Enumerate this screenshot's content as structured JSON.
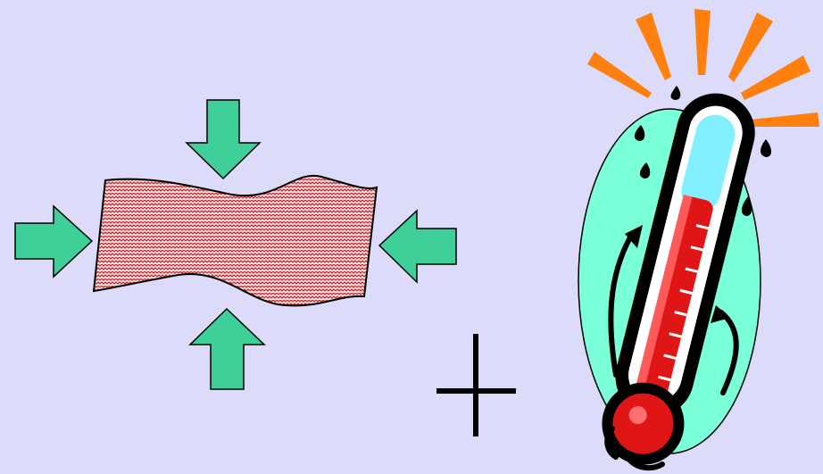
{
  "scene": {
    "background_color": "#dcdcfa",
    "left_figure": {
      "description_icon": "compressed-material-icon",
      "sheet_pattern_colors": [
        "#c03030",
        "#f2e0e6"
      ],
      "arrow_color": "#3fcf98",
      "arrows": [
        "arrow-top-pointing-down",
        "arrow-bottom-pointing-up",
        "arrow-left-pointing-right",
        "arrow-right-pointing-left"
      ]
    },
    "operator": {
      "icon": "plus-icon",
      "color": "#000000"
    },
    "right_figure": {
      "icon": "hot-thermometer-icon",
      "halo_color": "#7affd8",
      "ray_color": "#ff7f0f",
      "mercury_color": "#e01616",
      "bulb_top_color": "#82f0ff"
    }
  }
}
